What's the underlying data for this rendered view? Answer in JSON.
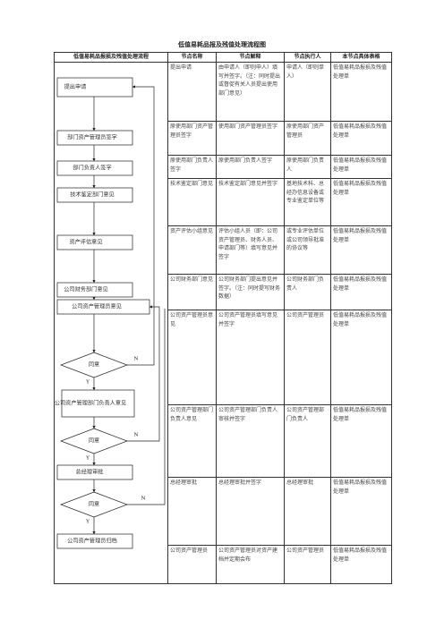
{
  "title": "低值易耗品报及残值处理流程图",
  "headers": [
    "低值易耗品报损及残值处理流程",
    "节点名称",
    "节点解释",
    "节点执行人",
    "本节点具体表格"
  ],
  "flow": {
    "boxes": [
      "提出申请",
      "部门资产管理员签字",
      "部门负责人签字",
      "技术鉴定部门意见",
      "资产评估意见",
      "公司财务部门意见",
      "公司资产管理员意见",
      "公司资产管理部门负责人意见",
      "总经理审批",
      "公司资产管理员归档"
    ],
    "decisions": [
      "同意",
      "同意",
      "同意"
    ],
    "yes": "Y",
    "no": "N"
  },
  "rows": [
    {
      "name": "提出申请",
      "explain": "由申请人（即则申人）填写并签字。（注：同时提出或督促有关人员提出使用部门意见）",
      "executor": "申请人（即则单人）",
      "form": "低值易耗品报损及残值处理单"
    },
    {
      "name": "原使用部门资产管理员签字",
      "explain": "使用部门资产管理员签字",
      "executor": "原使用部门资产管理员",
      "form": "低值易耗品报损及残值处理单"
    },
    {
      "name": "原使用部门负责人签字",
      "explain": "原使用部门负责人签字",
      "executor": "原使用部门负责人",
      "form": "低值易耗品报损及残值处理单"
    },
    {
      "name": "技术鉴定部门意见",
      "explain": "技术鉴定部门意见并签字",
      "executor": "基地技术科、总经办信息设备或专业鉴定单位等",
      "form": "低值易耗品报损及残值处理单"
    },
    {
      "name": "资产评估小组意见",
      "explain": "评估小组人员（即：公司资产管理员、财务人员、申请部门等）填写意见并签字",
      "executor": "或专业评估单位或公司领导批准的协议等",
      "form": "低值易耗品报损及残值处理单"
    },
    {
      "name": "公司财务部门意见",
      "explain": "公司财务部门提出意见并签字。（注：同时提写财务数据）",
      "executor": "公司财务部门负责人",
      "form": "低值易耗品报损及残值处理单"
    },
    {
      "name": "公司资产管理员意见",
      "explain": "公司资产管理员填写意见并签字",
      "executor": "公司资产管理员",
      "form": "低值易耗品报损及残值处理单"
    },
    {
      "name": "公司资产管理部门负责人意见",
      "explain": "公司资产管理部门负责人审核并签字",
      "executor": "公司资产管理部门负责人",
      "form": "低值易耗品报损及残值处理单"
    },
    {
      "name": "总经理审批",
      "explain": "总经理审批并签字",
      "executor": "总经理审批",
      "form": "低值易耗品报损及残值处理单"
    },
    {
      "name": "公司资产管理员",
      "explain": "公司资产管理员对资产建档并定期会布",
      "executor": "公司资产管理员",
      "form": "低值易耗品报损及残值处理单"
    }
  ]
}
